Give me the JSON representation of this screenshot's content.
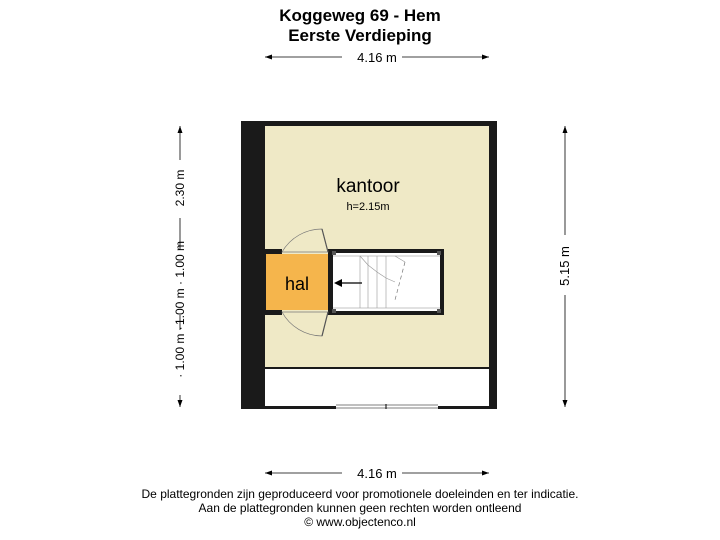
{
  "header": {
    "address": "Koggeweg 69 - Hem",
    "floor": "Eerste Verdieping"
  },
  "dimensions": {
    "top_width": "4.16 m",
    "bottom_width": "4.16 m",
    "right_height": "5.15 m",
    "left_upper": "2.30 m",
    "left_middle": "1.00 m · 1.00 m",
    "left_lower": "· 1.00 m ·"
  },
  "rooms": {
    "kantoor": {
      "name": "kantoor",
      "height": "h=2.15m"
    },
    "hal": {
      "name": "hal"
    }
  },
  "footer": {
    "line1": "De plattegronden zijn geproduceerd voor promotionele doeleinden en ter indicatie.",
    "line2": "Aan de plattegronden kunnen geen rechten worden ontleend",
    "line3": "© www.objectenco.nl"
  },
  "colors": {
    "room_fill": "#efe9c6",
    "hal_fill": "#f5b54c",
    "wall": "#1a1a1a"
  }
}
